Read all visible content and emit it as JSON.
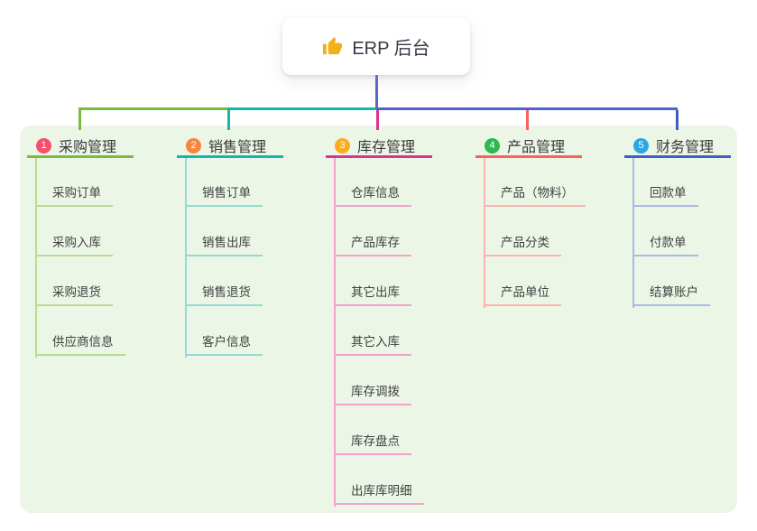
{
  "root": {
    "label": "ERP 后台",
    "icon": "thumbs-up-icon",
    "icon_color": "#f2b11c"
  },
  "panel_color": "#ecf6e7",
  "connectors": {
    "trunk": "#5a64c6",
    "left_segment": "#7cb93c",
    "mid_segment": "#14b5ab",
    "right_segment": "#4f63cb"
  },
  "branches": [
    {
      "num": "1",
      "label": "采购管理",
      "badge_color": "#f4506e",
      "line_color": "#7cb93c",
      "child_line_color": "#b9dc92",
      "children": [
        "采购订单",
        "采购入库",
        "采购退货",
        "供应商信息"
      ]
    },
    {
      "num": "2",
      "label": "销售管理",
      "badge_color": "#f8853d",
      "line_color": "#14b5ab",
      "child_line_color": "#90dbd2",
      "children": [
        "销售订单",
        "销售出库",
        "销售退货",
        "客户信息"
      ]
    },
    {
      "num": "3",
      "label": "库存管理",
      "badge_color": "#fbab1b",
      "line_color": "#d9348e",
      "child_line_color": "#f2a2cd",
      "children": [
        "仓库信息",
        "产品库存",
        "其它出库",
        "其它入库",
        "库存调拨",
        "库存盘点",
        "出库库明细"
      ]
    },
    {
      "num": "4",
      "label": "产品管理",
      "badge_color": "#2eb84f",
      "line_color": "#fa605c",
      "child_line_color": "#fcb4ab",
      "children": [
        "产品（物料）",
        "产品分类",
        "产品单位"
      ]
    },
    {
      "num": "5",
      "label": "财务管理",
      "badge_color": "#2aa7e0",
      "line_color": "#3e5ec7",
      "child_line_color": "#a9bbe4",
      "children": [
        "回款单",
        "付款单",
        "结算账户"
      ]
    }
  ]
}
